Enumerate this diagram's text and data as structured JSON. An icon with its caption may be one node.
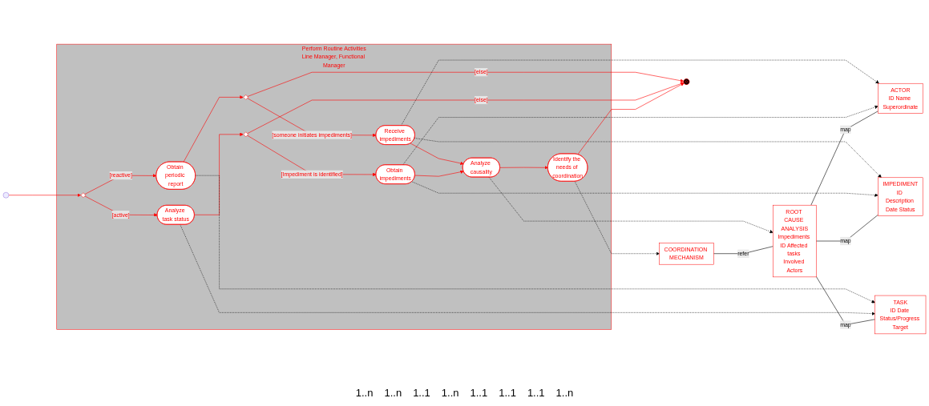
{
  "diagram": {
    "nodes": [
      {
        "text": [
          "Perform Routine Activities",
          "Line Manager, Functional Manager"
        ]
      },
      {
        "text": [],
        "shape": "circle"
      },
      {
        "text": [],
        "shape": "diamond",
        "in": 0
      },
      {
        "text": [
          "Obtain periodic report"
        ],
        "in": 0
      },
      {
        "text": [
          "Analyze task status"
        ],
        "in": 0
      },
      {
        "text": [],
        "shape": "diamond",
        "in": 0
      },
      {
        "text": [],
        "shape": "diamond",
        "in": 0
      },
      {
        "text": [
          "Receive impediments"
        ],
        "in": 0
      },
      {
        "text": [
          "Obtain impediments"
        ],
        "in": 0
      },
      {
        "text": [
          "Analyze causality"
        ],
        "in": 0
      },
      {
        "text": [
          "Identify the needs of coordination"
        ],
        "in": 0
      },
      {
        "text": [],
        "shape": "circle"
      },
      {
        "text": [
          "TASK",
          "ID Date Status/Progress Target"
        ]
      },
      {
        "text": [
          "ACTOR",
          "ID Name Superordinate"
        ]
      },
      {
        "text": [
          "IMPEDIMENT",
          "ID Description Date Status"
        ]
      },
      {
        "text": [
          "ROOT CAUSE ANALYSIS",
          "Impediments ID Affected tasks Involved Actors"
        ]
      },
      {
        "text": [
          "COORDINATION MECHANISM"
        ]
      }
    ],
    "edges": [
      {
        "from": 1,
        "to": 2,
        "arrow": "to"
      },
      {
        "from": 2,
        "to": 3,
        "arrow": "to",
        "label": "[reactive]"
      },
      {
        "from": 2,
        "to": 4,
        "arrow": "to",
        "label": "[active]"
      },
      {
        "from": 3,
        "to": 5,
        "arrow": "to"
      },
      {
        "from": 5,
        "to": 7,
        "arrow": "to",
        "label": "[someone initiates impediments]"
      },
      {
        "from": 5,
        "to": 11,
        "arrow": "to",
        "label": "[else]"
      },
      {
        "from": 4,
        "to": 6,
        "arrow": "to"
      },
      {
        "from": 6,
        "to": 8,
        "arrow": "to",
        "label": "[Impediment is identified]"
      },
      {
        "from": 6,
        "to": 11,
        "arrow": "to",
        "label": "[else]"
      },
      {
        "from": 7,
        "to": 9,
        "arrow": "to"
      },
      {
        "from": 8,
        "to": 9,
        "arrow": "to"
      },
      {
        "from": 9,
        "to": 10,
        "arrow": "to"
      },
      {
        "from": 10,
        "to": 11,
        "arrow": "to"
      },
      {
        "from": 3,
        "to": 12,
        "arrow": "to",
        "style": "dashed",
        "color": "#000000"
      },
      {
        "from": 4,
        "to": 12,
        "arrow": "to",
        "style": "dashed",
        "color": "#000000"
      },
      {
        "from": 7,
        "to": 13,
        "arrow": "to",
        "style": "dashed",
        "color": "#000000"
      },
      {
        "from": 7,
        "to": 14,
        "arrow": "to",
        "style": "dashed",
        "color": "#000000"
      },
      {
        "from": 8,
        "to": 13,
        "arrow": "to",
        "style": "dashed",
        "color": "#000000"
      },
      {
        "from": 8,
        "to": 14,
        "arrow": "to",
        "style": "dashed",
        "color": "#000000"
      },
      {
        "from": 9,
        "to": 15,
        "arrow": "to",
        "style": "dashed",
        "color": "#000000"
      },
      {
        "from": 10,
        "to": 16,
        "arrow": "to",
        "style": "dashed",
        "color": "#000000"
      },
      {
        "from": 15,
        "to": 13,
        "arrow": "none",
        "label": "map",
        "color": "#000000"
      },
      {
        "from": 15,
        "to": 14,
        "arrow": "none",
        "label": "map",
        "color": "#000000"
      },
      {
        "from": 15,
        "to": 12,
        "arrow": "none",
        "label": "map",
        "color": "#000000"
      },
      {
        "from": 16,
        "to": 15,
        "arrow": "none",
        "label": "refer",
        "color": "#000000"
      }
    ],
    "labels": [
      "1..n",
      "1..n",
      "1..1",
      "1..n",
      "1..1",
      "1..1",
      "1..1",
      "1..n"
    ]
  }
}
